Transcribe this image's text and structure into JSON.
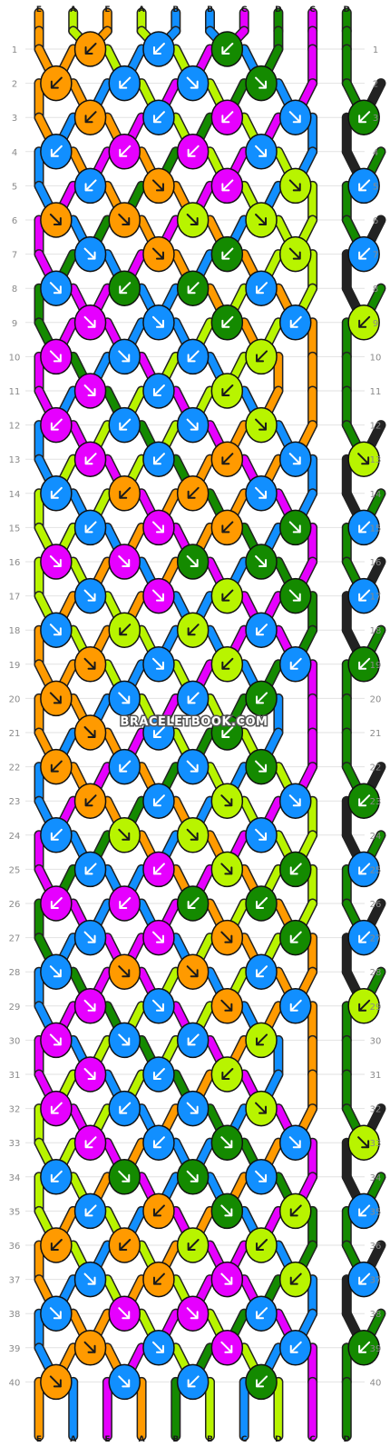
{
  "watermark": "BRACELETBOOK.COM",
  "strings": {
    "top_labels": [
      "E",
      "A",
      "E",
      "A",
      "B",
      "B",
      "C",
      "D",
      "C",
      "D"
    ],
    "bottom_labels": [
      "E",
      "A",
      "E",
      "A",
      "B",
      "B",
      "C",
      "D",
      "C",
      "D"
    ],
    "colors": {
      "A": "#b8f400",
      "B": "#118fff",
      "C": "#e600ff",
      "D": "#148a00",
      "E": "#ff9a00"
    }
  },
  "row_numbers": [
    "1",
    "2",
    "3",
    "4",
    "5",
    "6",
    "7",
    "8",
    "9",
    "10",
    "11",
    "12",
    "13",
    "14",
    "15",
    "16",
    "17",
    "18",
    "19",
    "20",
    "21",
    "22",
    "23",
    "24",
    "25",
    "26",
    "27",
    "28",
    "29",
    "30",
    "31",
    "32",
    "33",
    "34",
    "35",
    "36",
    "37",
    "38",
    "39",
    "40"
  ],
  "knots": [
    [
      {
        "c": "E",
        "d": "bl"
      },
      {
        "c": "B",
        "d": "bl"
      },
      {
        "c": "D",
        "d": "bl"
      }
    ],
    [
      {
        "c": "E",
        "d": "bl"
      },
      {
        "c": "B",
        "d": "bl"
      },
      {
        "c": "B",
        "d": "br"
      },
      {
        "c": "D",
        "d": "br"
      }
    ],
    [
      {
        "c": "E",
        "d": "bl"
      },
      {
        "c": "B",
        "d": "bl"
      },
      {
        "c": "C",
        "d": "bl"
      },
      {
        "c": "B",
        "d": "br"
      },
      {
        "c": "D",
        "d": "bl"
      }
    ],
    [
      {
        "c": "B",
        "d": "bl"
      },
      {
        "c": "C",
        "d": "bl"
      },
      {
        "c": "C",
        "d": "bl"
      },
      {
        "c": "B",
        "d": "br"
      }
    ],
    [
      {
        "c": "B",
        "d": "bl"
      },
      {
        "c": "E",
        "d": "br"
      },
      {
        "c": "C",
        "d": "bl"
      },
      {
        "c": "A",
        "d": "br"
      },
      {
        "c": "B",
        "d": "bl"
      }
    ],
    [
      {
        "c": "E",
        "d": "br"
      },
      {
        "c": "E",
        "d": "br"
      },
      {
        "c": "A",
        "d": "br"
      },
      {
        "c": "A",
        "d": "br"
      }
    ],
    [
      {
        "c": "B",
        "d": "br"
      },
      {
        "c": "E",
        "d": "br"
      },
      {
        "c": "D",
        "d": "bl"
      },
      {
        "c": "A",
        "d": "br"
      },
      {
        "c": "B",
        "d": "bl"
      }
    ],
    [
      {
        "c": "B",
        "d": "br"
      },
      {
        "c": "D",
        "d": "bl"
      },
      {
        "c": "D",
        "d": "bl"
      },
      {
        "c": "B",
        "d": "bl"
      }
    ],
    [
      {
        "c": "C",
        "d": "br"
      },
      {
        "c": "B",
        "d": "br"
      },
      {
        "c": "D",
        "d": "bl"
      },
      {
        "c": "B",
        "d": "bl"
      },
      {
        "c": "A",
        "d": "bl"
      }
    ],
    [
      {
        "c": "C",
        "d": "br"
      },
      {
        "c": "B",
        "d": "br"
      },
      {
        "c": "B",
        "d": "bl"
      },
      {
        "c": "A",
        "d": "bl"
      }
    ],
    [
      {
        "c": "C",
        "d": "br"
      },
      {
        "c": "B",
        "d": "bl"
      },
      {
        "c": "A",
        "d": "bl"
      }
    ],
    [
      {
        "c": "C",
        "d": "bl"
      },
      {
        "c": "B",
        "d": "bl"
      },
      {
        "c": "B",
        "d": "br"
      },
      {
        "c": "A",
        "d": "br"
      }
    ],
    [
      {
        "c": "C",
        "d": "bl"
      },
      {
        "c": "B",
        "d": "bl"
      },
      {
        "c": "E",
        "d": "bl"
      },
      {
        "c": "B",
        "d": "br"
      },
      {
        "c": "A",
        "d": "br"
      }
    ],
    [
      {
        "c": "B",
        "d": "bl"
      },
      {
        "c": "E",
        "d": "bl"
      },
      {
        "c": "E",
        "d": "bl"
      },
      {
        "c": "B",
        "d": "br"
      }
    ],
    [
      {
        "c": "B",
        "d": "bl"
      },
      {
        "c": "C",
        "d": "br"
      },
      {
        "c": "E",
        "d": "bl"
      },
      {
        "c": "D",
        "d": "br"
      },
      {
        "c": "B",
        "d": "bl"
      }
    ],
    [
      {
        "c": "C",
        "d": "br"
      },
      {
        "c": "C",
        "d": "br"
      },
      {
        "c": "D",
        "d": "br"
      },
      {
        "c": "D",
        "d": "br"
      }
    ],
    [
      {
        "c": "B",
        "d": "br"
      },
      {
        "c": "C",
        "d": "br"
      },
      {
        "c": "A",
        "d": "bl"
      },
      {
        "c": "D",
        "d": "br"
      },
      {
        "c": "B",
        "d": "bl"
      }
    ],
    [
      {
        "c": "B",
        "d": "br"
      },
      {
        "c": "A",
        "d": "bl"
      },
      {
        "c": "A",
        "d": "bl"
      },
      {
        "c": "B",
        "d": "bl"
      }
    ],
    [
      {
        "c": "E",
        "d": "br"
      },
      {
        "c": "B",
        "d": "br"
      },
      {
        "c": "A",
        "d": "bl"
      },
      {
        "c": "B",
        "d": "bl"
      },
      {
        "c": "D",
        "d": "bl"
      }
    ],
    [
      {
        "c": "E",
        "d": "br"
      },
      {
        "c": "B",
        "d": "br"
      },
      {
        "c": "B",
        "d": "bl"
      },
      {
        "c": "D",
        "d": "bl"
      }
    ],
    [
      {
        "c": "E",
        "d": "br"
      },
      {
        "c": "B",
        "d": "bl"
      },
      {
        "c": "D",
        "d": "bl"
      }
    ],
    [
      {
        "c": "E",
        "d": "bl"
      },
      {
        "c": "B",
        "d": "bl"
      },
      {
        "c": "B",
        "d": "br"
      },
      {
        "c": "D",
        "d": "br"
      }
    ],
    [
      {
        "c": "E",
        "d": "bl"
      },
      {
        "c": "B",
        "d": "bl"
      },
      {
        "c": "A",
        "d": "br"
      },
      {
        "c": "B",
        "d": "br"
      },
      {
        "c": "D",
        "d": "bl"
      }
    ],
    [
      {
        "c": "B",
        "d": "bl"
      },
      {
        "c": "A",
        "d": "br"
      },
      {
        "c": "A",
        "d": "br"
      },
      {
        "c": "B",
        "d": "br"
      }
    ],
    [
      {
        "c": "B",
        "d": "bl"
      },
      {
        "c": "C",
        "d": "bl"
      },
      {
        "c": "A",
        "d": "br"
      },
      {
        "c": "D",
        "d": "bl"
      },
      {
        "c": "B",
        "d": "bl"
      }
    ],
    [
      {
        "c": "C",
        "d": "bl"
      },
      {
        "c": "C",
        "d": "bl"
      },
      {
        "c": "D",
        "d": "bl"
      },
      {
        "c": "D",
        "d": "bl"
      }
    ],
    [
      {
        "c": "B",
        "d": "br"
      },
      {
        "c": "C",
        "d": "br"
      },
      {
        "c": "E",
        "d": "br"
      },
      {
        "c": "D",
        "d": "bl"
      },
      {
        "c": "B",
        "d": "bl"
      }
    ],
    [
      {
        "c": "B",
        "d": "br"
      },
      {
        "c": "E",
        "d": "br"
      },
      {
        "c": "E",
        "d": "br"
      },
      {
        "c": "B",
        "d": "bl"
      }
    ],
    [
      {
        "c": "C",
        "d": "br"
      },
      {
        "c": "B",
        "d": "br"
      },
      {
        "c": "E",
        "d": "br"
      },
      {
        "c": "B",
        "d": "bl"
      },
      {
        "c": "A",
        "d": "bl"
      }
    ],
    [
      {
        "c": "C",
        "d": "br"
      },
      {
        "c": "B",
        "d": "br"
      },
      {
        "c": "B",
        "d": "bl"
      },
      {
        "c": "A",
        "d": "bl"
      }
    ],
    [
      {
        "c": "C",
        "d": "br"
      },
      {
        "c": "B",
        "d": "bl"
      },
      {
        "c": "A",
        "d": "bl"
      }
    ],
    [
      {
        "c": "C",
        "d": "bl"
      },
      {
        "c": "B",
        "d": "bl"
      },
      {
        "c": "B",
        "d": "br"
      },
      {
        "c": "A",
        "d": "br"
      }
    ],
    [
      {
        "c": "C",
        "d": "bl"
      },
      {
        "c": "B",
        "d": "bl"
      },
      {
        "c": "D",
        "d": "br"
      },
      {
        "c": "B",
        "d": "br"
      },
      {
        "c": "A",
        "d": "br"
      }
    ],
    [
      {
        "c": "B",
        "d": "bl"
      },
      {
        "c": "D",
        "d": "br"
      },
      {
        "c": "D",
        "d": "br"
      },
      {
        "c": "B",
        "d": "br"
      }
    ],
    [
      {
        "c": "B",
        "d": "bl"
      },
      {
        "c": "E",
        "d": "bl"
      },
      {
        "c": "D",
        "d": "br"
      },
      {
        "c": "A",
        "d": "bl"
      },
      {
        "c": "B",
        "d": "bl"
      }
    ],
    [
      {
        "c": "E",
        "d": "bl"
      },
      {
        "c": "E",
        "d": "bl"
      },
      {
        "c": "A",
        "d": "bl"
      },
      {
        "c": "A",
        "d": "bl"
      }
    ],
    [
      {
        "c": "B",
        "d": "br"
      },
      {
        "c": "E",
        "d": "bl"
      },
      {
        "c": "C",
        "d": "br"
      },
      {
        "c": "A",
        "d": "bl"
      },
      {
        "c": "B",
        "d": "bl"
      }
    ],
    [
      {
        "c": "B",
        "d": "br"
      },
      {
        "c": "C",
        "d": "br"
      },
      {
        "c": "C",
        "d": "br"
      },
      {
        "c": "B",
        "d": "bl"
      }
    ],
    [
      {
        "c": "E",
        "d": "br"
      },
      {
        "c": "B",
        "d": "br"
      },
      {
        "c": "C",
        "d": "br"
      },
      {
        "c": "B",
        "d": "bl"
      },
      {
        "c": "D",
        "d": "bl"
      }
    ],
    [
      {
        "c": "E",
        "d": "br"
      },
      {
        "c": "B",
        "d": "br"
      },
      {
        "c": "B",
        "d": "bl"
      },
      {
        "c": "D",
        "d": "bl"
      }
    ]
  ]
}
